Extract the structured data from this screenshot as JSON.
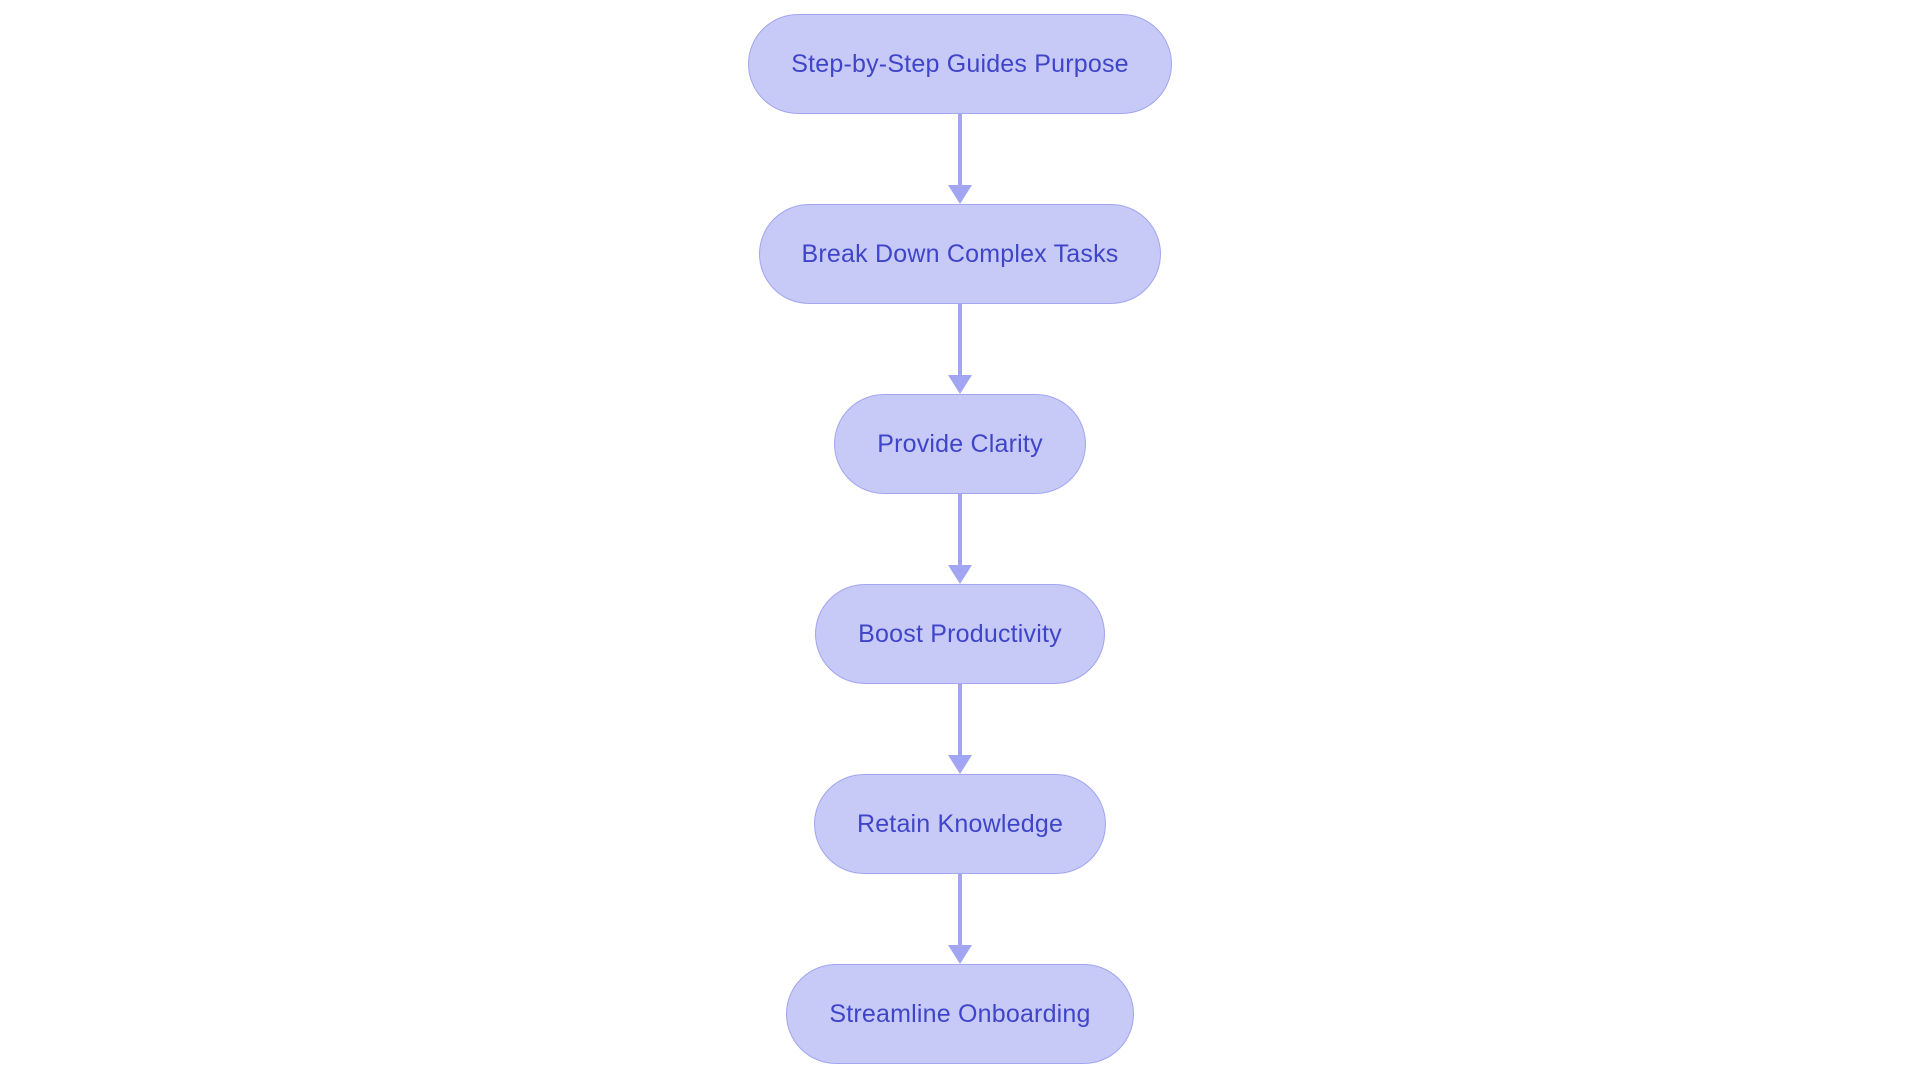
{
  "diagram": {
    "type": "flowchart",
    "direction": "top-down",
    "nodes": [
      {
        "label": "Step-by-Step Guides Purpose"
      },
      {
        "label": "Break Down Complex Tasks"
      },
      {
        "label": "Provide Clarity"
      },
      {
        "label": "Boost Productivity"
      },
      {
        "label": "Retain Knowledge"
      },
      {
        "label": "Streamline Onboarding"
      }
    ],
    "edges": [
      {
        "from": 0,
        "to": 1
      },
      {
        "from": 1,
        "to": 2
      },
      {
        "from": 2,
        "to": 3
      },
      {
        "from": 3,
        "to": 4
      },
      {
        "from": 4,
        "to": 5
      }
    ],
    "colors": {
      "node_fill": "#c7c9f7",
      "node_border": "#a2a6f0",
      "node_text": "#3f45c8",
      "arrow": "#a2a6f2",
      "background": "#ffffff"
    }
  }
}
